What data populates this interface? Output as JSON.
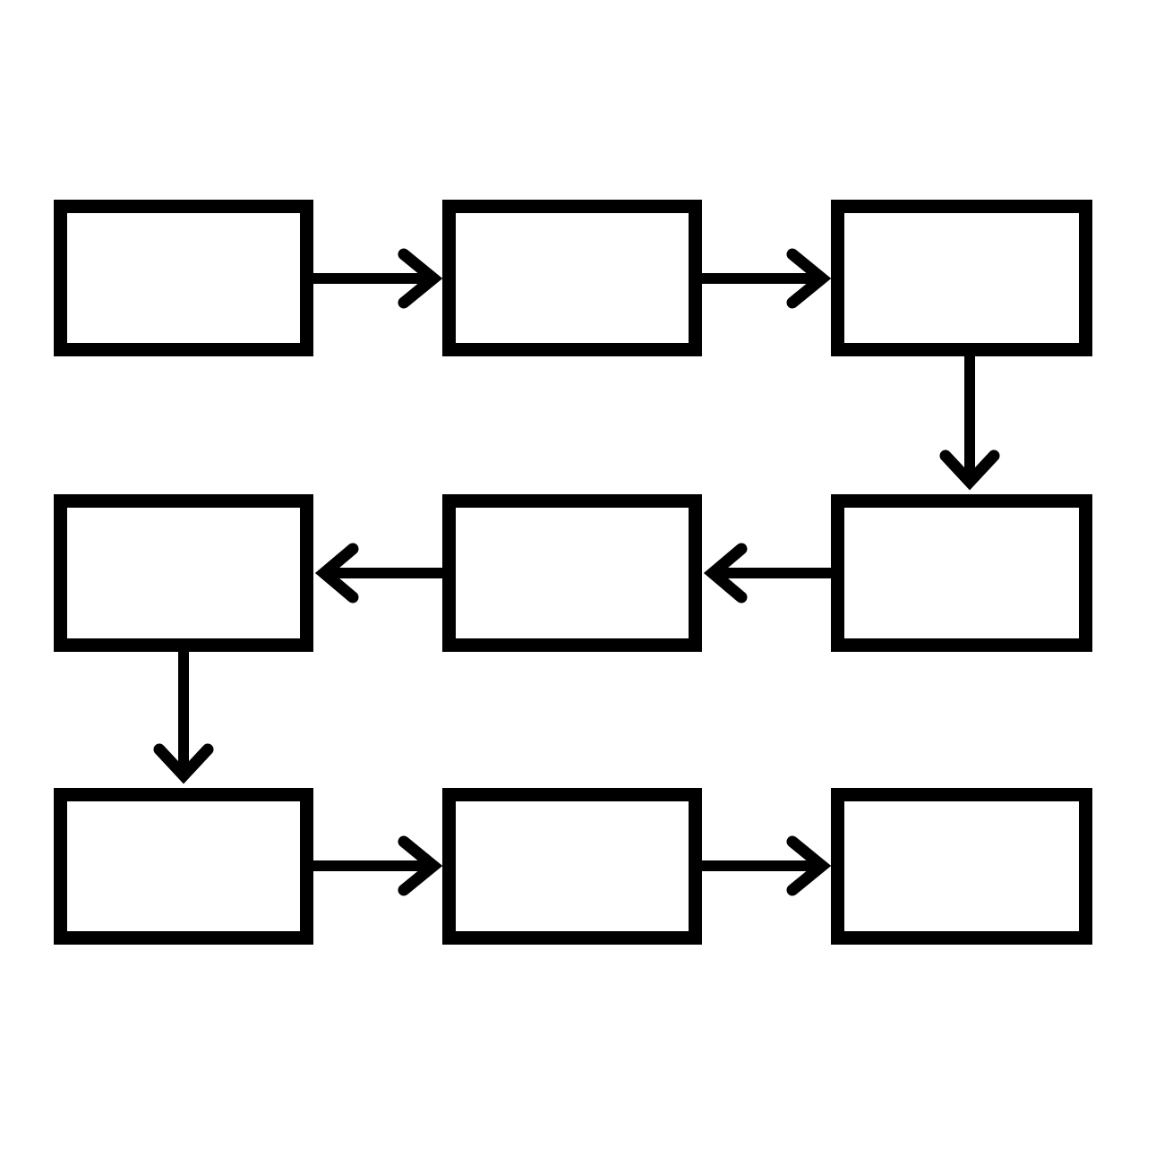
{
  "diagram": {
    "type": "flowchart",
    "layout": "serpentine-3x3",
    "colors": {
      "stroke": "#000000",
      "background": "#ffffff"
    },
    "nodes": [
      {
        "id": "n1",
        "label": ""
      },
      {
        "id": "n2",
        "label": ""
      },
      {
        "id": "n3",
        "label": ""
      },
      {
        "id": "n4",
        "label": ""
      },
      {
        "id": "n5",
        "label": ""
      },
      {
        "id": "n6",
        "label": ""
      },
      {
        "id": "n7",
        "label": ""
      },
      {
        "id": "n8",
        "label": ""
      },
      {
        "id": "n9",
        "label": ""
      }
    ],
    "edges": [
      {
        "from": "n1",
        "to": "n2"
      },
      {
        "from": "n2",
        "to": "n3"
      },
      {
        "from": "n3",
        "to": "n4"
      },
      {
        "from": "n4",
        "to": "n5"
      },
      {
        "from": "n5",
        "to": "n6"
      },
      {
        "from": "n6",
        "to": "n7"
      },
      {
        "from": "n7",
        "to": "n8"
      },
      {
        "from": "n8",
        "to": "n9"
      }
    ]
  }
}
